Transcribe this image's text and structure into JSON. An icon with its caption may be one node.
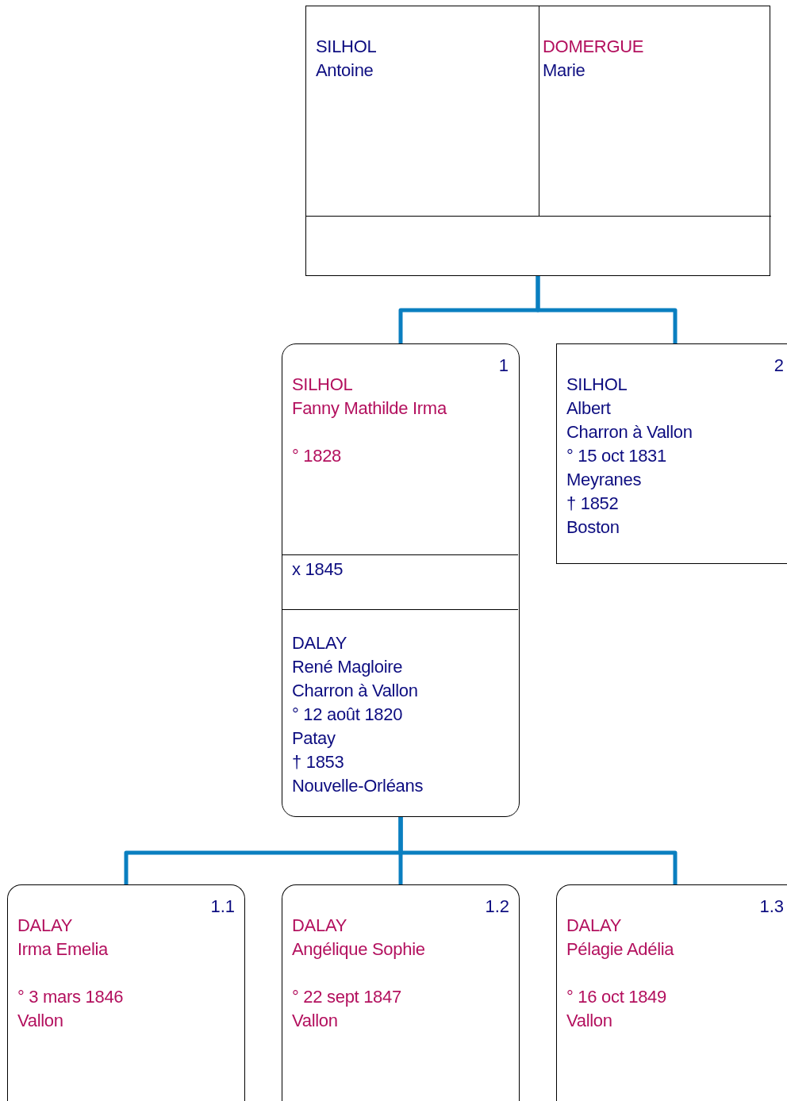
{
  "diagram": {
    "nodes": [
      {
        "text": [],
        "shape": "box"
      },
      {
        "text": [
          "SILHOL",
          "Antoine"
        ],
        "in": 0
      },
      {
        "text": [
          "DOMERGUE",
          "Marie"
        ],
        "in": 0
      },
      {
        "text": [],
        "shape": "box"
      },
      {
        "text": [
          "1",
          "SILHOL",
          "Fanny Mathilde Irma",
          "° 1828"
        ],
        "in": 3
      },
      {
        "text": [
          "x 1845"
        ],
        "in": 3
      },
      {
        "text": [
          "DALAY",
          "René Magloire",
          "Charron à Vallon",
          "° 12 août 1820",
          "Patay",
          "† 1853",
          "Nouvelle-Orléans"
        ],
        "in": 3
      },
      {
        "text": [
          "2",
          "SILHOL",
          "Albert",
          "Charron à Vallon",
          "° 15 oct 1831",
          "Meyranes",
          "† 1852",
          "Boston"
        ]
      },
      {
        "text": [
          "1.1",
          "DALAY",
          "Irma Emelia",
          "° 3 mars 1846",
          "Vallon"
        ]
      },
      {
        "text": [
          "1.2",
          "DALAY",
          "Angélique Sophie",
          "° 22 sept 1847",
          "Vallon"
        ]
      },
      {
        "text": [
          "1.3",
          "DALAY",
          "Pélagie Adélia",
          "° 16 oct 1849",
          "Vallon"
        ]
      }
    ],
    "edges": [
      {
        "from": 0,
        "to": 3,
        "arrow": "none"
      },
      {
        "from": 0,
        "to": 7,
        "arrow": "none"
      },
      {
        "from": 3,
        "to": 8,
        "arrow": "none"
      },
      {
        "from": 3,
        "to": 9,
        "arrow": "none"
      },
      {
        "from": 3,
        "to": 10,
        "arrow": "none"
      }
    ]
  }
}
